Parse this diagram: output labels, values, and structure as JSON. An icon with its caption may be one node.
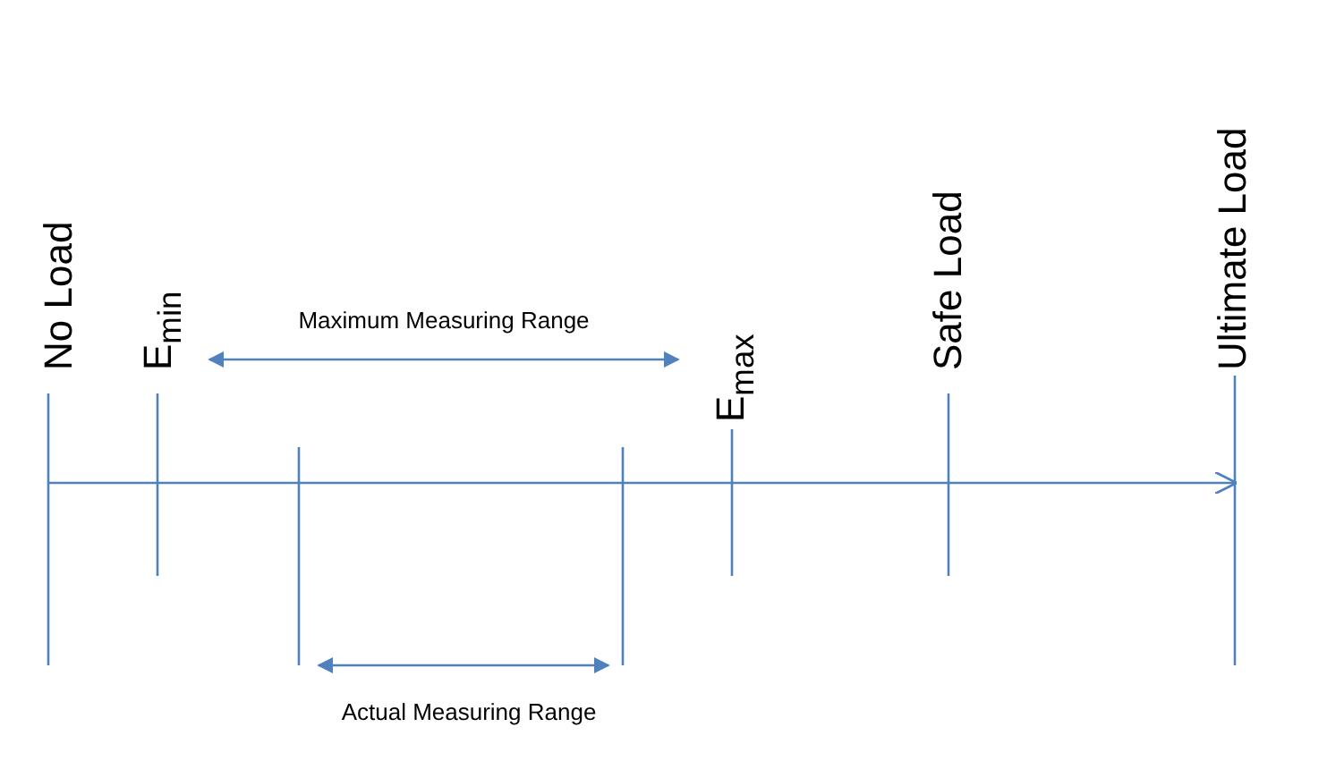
{
  "diagram": {
    "labels": [
      "No Load",
      "E$_{min}$",
      "Maximum Measuring Range",
      "E$_{max}$",
      "Safe Load",
      "Ultimate Load",
      "Actual Measuring Range"
    ]
  }
}
